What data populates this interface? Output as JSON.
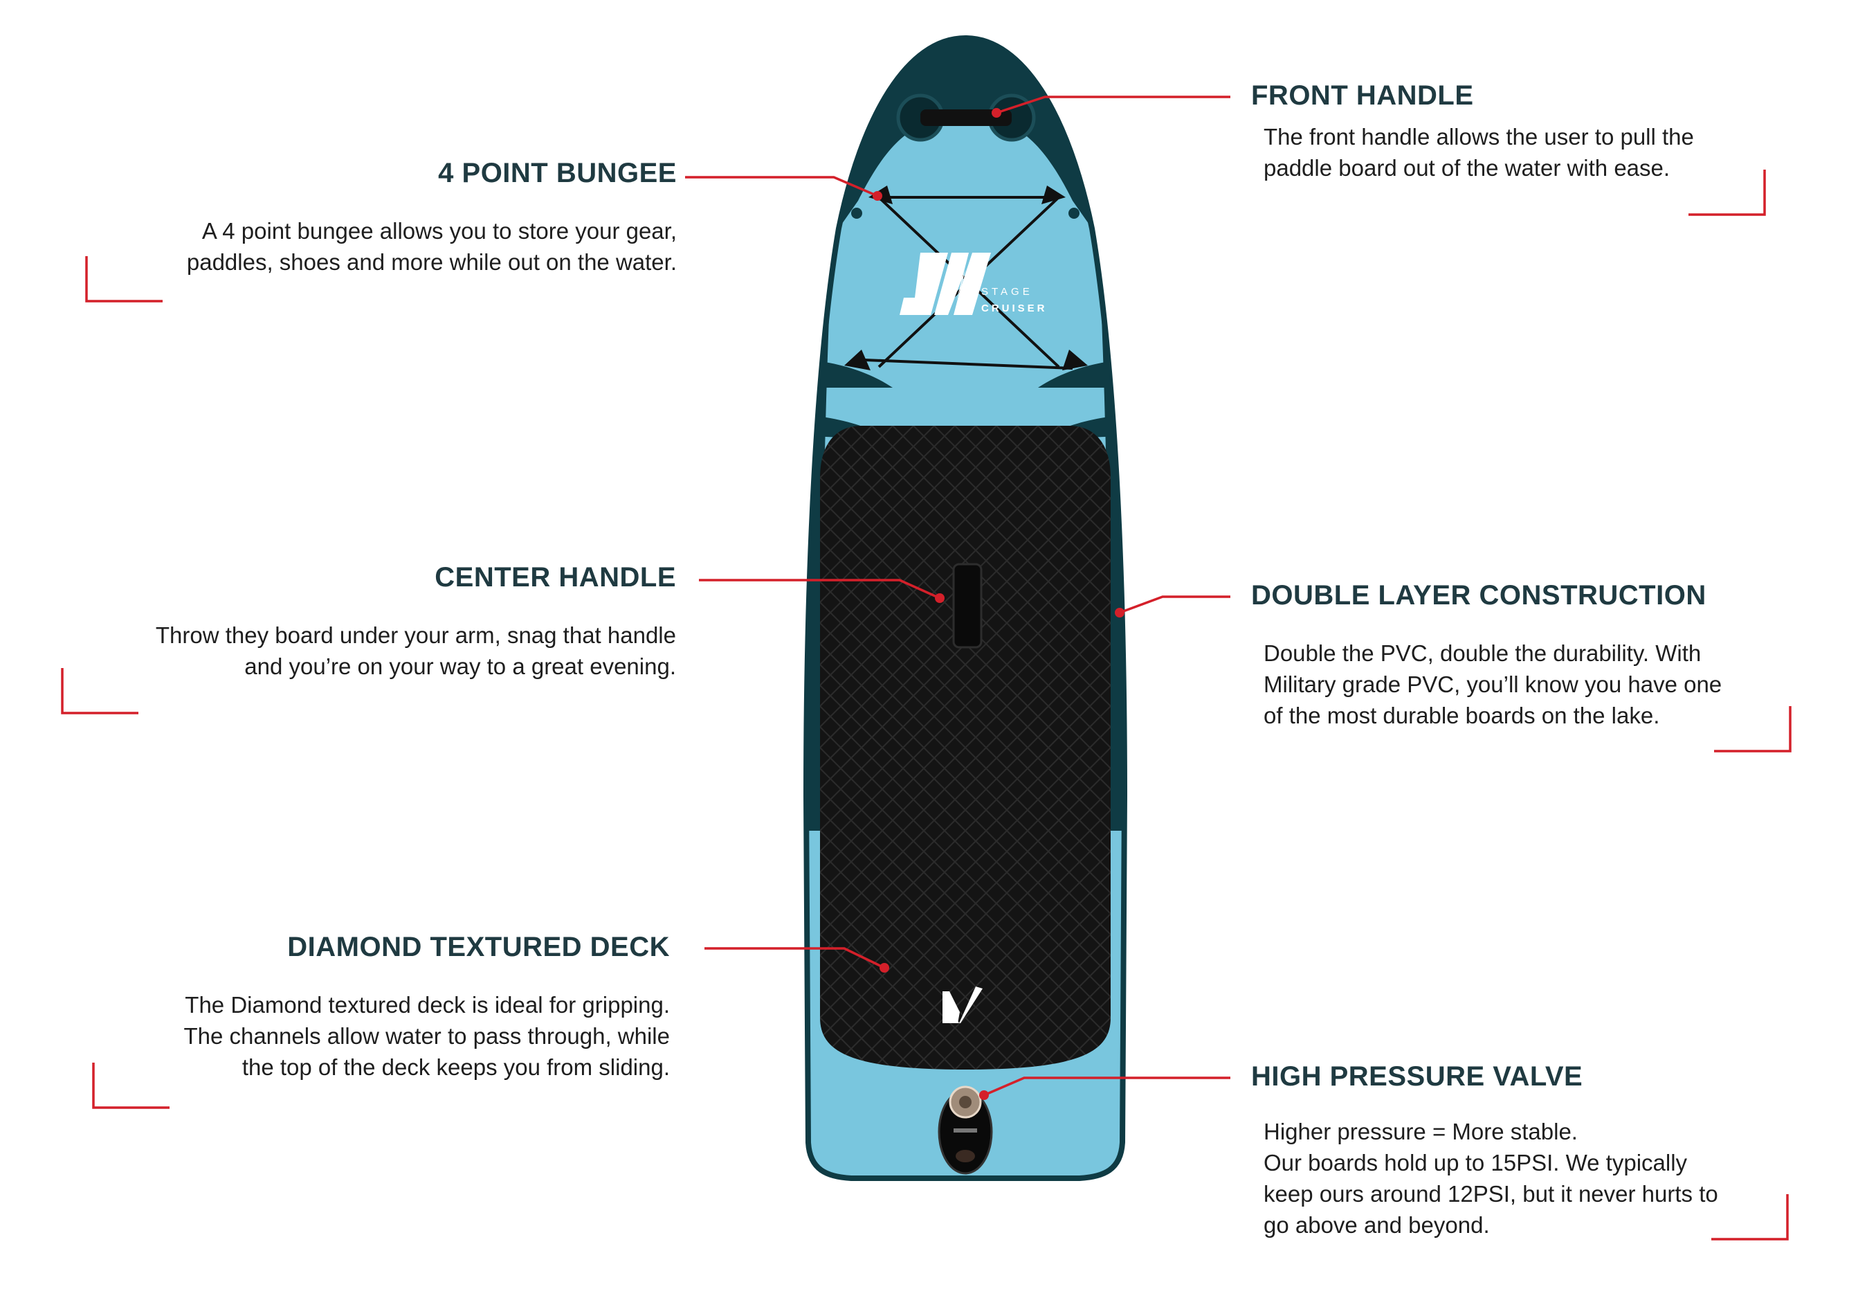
{
  "product": {
    "brand_mark": "JW",
    "model_top": "STAGE",
    "model_bottom": "CRUISER"
  },
  "colors": {
    "board_light": "#79c6de",
    "board_rail": "#0f3b44",
    "deck_pad": "#141414",
    "heading": "#1f3a41",
    "body_text": "#1e1e1e",
    "callout_line": "#d4202a"
  },
  "features": [
    {
      "id": "4-point-bungee",
      "title": "4 POINT BUNGEE",
      "lines": [
        "A 4 point bungee allows you to store your gear,",
        "paddles, shoes  and more while out on the water."
      ]
    },
    {
      "id": "center-handle",
      "title": "CENTER HANDLE",
      "lines": [
        "Throw they board under your arm, snag that handle",
        "and you’re on your way to a great evening."
      ]
    },
    {
      "id": "diamond-textured-deck",
      "title": "DIAMOND TEXTURED DECK",
      "lines": [
        "The Diamond textured deck is ideal for gripping.",
        "The channels allow water to pass through, while",
        "the top of the deck keeps you from sliding."
      ]
    },
    {
      "id": "front-handle",
      "title": "FRONT HANDLE",
      "lines": [
        "The front handle allows the user to pull the",
        "paddle board out of the water with ease."
      ]
    },
    {
      "id": "double-layer-construction",
      "title": "DOUBLE LAYER CONSTRUCTION",
      "lines": [
        "Double the PVC, double the durability. With",
        "Military grade PVC, you’ll know you have one",
        "of the most durable boards on the lake."
      ]
    },
    {
      "id": "high-pressure-valve",
      "title": "HIGH PRESSURE VALVE",
      "lines": [
        "Higher pressure = More stable.",
        "Our boards hold up to 15PSI. We typically",
        "keep ours around 12PSI, but it never hurts to",
        "go above and beyond."
      ]
    }
  ]
}
